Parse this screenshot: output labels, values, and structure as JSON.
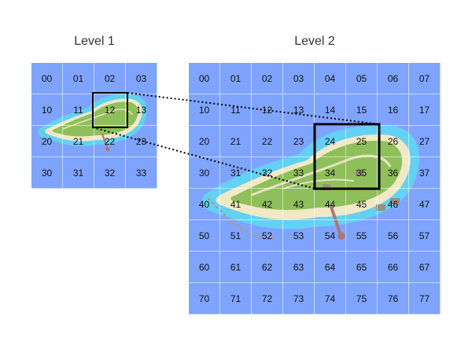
{
  "level1": {
    "title": "Level 1",
    "tiles": [
      "00",
      "01",
      "02",
      "03",
      "10",
      "11",
      "12",
      "13",
      "20",
      "21",
      "22",
      "23",
      "30",
      "31",
      "32",
      "33"
    ]
  },
  "level2": {
    "title": "Level 2",
    "tiles": [
      "00",
      "01",
      "02",
      "03",
      "04",
      "05",
      "06",
      "07",
      "10",
      "11",
      "12",
      "13",
      "14",
      "15",
      "16",
      "17",
      "20",
      "21",
      "22",
      "23",
      "24",
      "25",
      "26",
      "27",
      "30",
      "31",
      "32",
      "33",
      "34",
      "35",
      "36",
      "37",
      "40",
      "41",
      "42",
      "43",
      "44",
      "45",
      "46",
      "47",
      "50",
      "51",
      "52",
      "53",
      "54",
      "55",
      "56",
      "57",
      "60",
      "61",
      "62",
      "63",
      "64",
      "65",
      "66",
      "67",
      "70",
      "71",
      "72",
      "73",
      "74",
      "75",
      "76",
      "77"
    ]
  },
  "colors": {
    "ocean": "#7fa4ff",
    "shallow_water": "#5fd6f2",
    "sand": "#f1e9c6",
    "vegetation": "#8fbf5a",
    "highlight_box": "#000000"
  }
}
